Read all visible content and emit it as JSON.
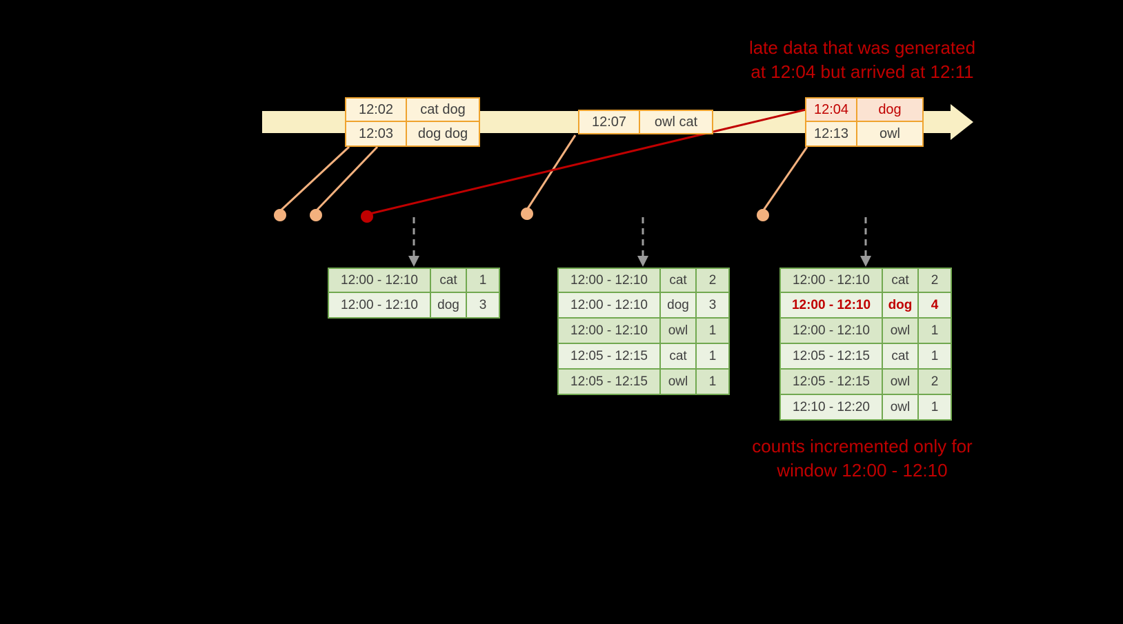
{
  "annotations": {
    "late_data_line1": "late data that was generated",
    "late_data_line2": "at 12:04 but arrived at 12:11",
    "counts_line1": "counts incremented only for",
    "counts_line2": "window 12:00 - 12:10"
  },
  "event_tables": [
    {
      "rows": [
        {
          "cells": [
            "12:02",
            "cat dog"
          ]
        },
        {
          "cells": [
            "12:03",
            "dog dog"
          ]
        }
      ]
    },
    {
      "rows": [
        {
          "cells": [
            "12:07",
            "owl cat"
          ]
        }
      ]
    },
    {
      "rows": [
        {
          "cells": [
            "12:04",
            "dog"
          ],
          "late": true
        },
        {
          "cells": [
            "12:13",
            "owl"
          ]
        }
      ]
    }
  ],
  "result_tables": [
    {
      "rows": [
        {
          "cells": [
            "12:00 - 12:10",
            "cat",
            "1"
          ]
        },
        {
          "cells": [
            "12:00 - 12:10",
            "dog",
            "3"
          ]
        }
      ]
    },
    {
      "rows": [
        {
          "cells": [
            "12:00 - 12:10",
            "cat",
            "2"
          ]
        },
        {
          "cells": [
            "12:00 - 12:10",
            "dog",
            "3"
          ]
        },
        {
          "cells": [
            "12:00 - 12:10",
            "owl",
            "1"
          ]
        },
        {
          "cells": [
            "12:05 - 12:15",
            "cat",
            "1"
          ]
        },
        {
          "cells": [
            "12:05 - 12:15",
            "owl",
            "1"
          ]
        }
      ]
    },
    {
      "rows": [
        {
          "cells": [
            "12:00 - 12:10",
            "cat",
            "2"
          ]
        },
        {
          "cells": [
            "12:00 - 12:10",
            "dog",
            "4"
          ],
          "highlight": true
        },
        {
          "cells": [
            "12:00 - 12:10",
            "owl",
            "1"
          ]
        },
        {
          "cells": [
            "12:05 - 12:15",
            "cat",
            "1"
          ]
        },
        {
          "cells": [
            "12:05 - 12:15",
            "owl",
            "2"
          ]
        },
        {
          "cells": [
            "12:10 - 12:20",
            "owl",
            "1"
          ]
        }
      ]
    }
  ],
  "colors": {
    "background": "#000000",
    "timeline": "#f9efc4",
    "event_border": "#efa32e",
    "event_fill": "#fdf3da",
    "late_fill": "#fbe3d2",
    "green_border": "#71a850",
    "green_row_dark": "#d9e7c8",
    "green_row_light": "#ebf2e2",
    "accent_red": "#c00000",
    "connector_peach": "#f3b17e",
    "trigger_gray": "#9b9b9b",
    "table_text": "#3f3f3f"
  }
}
